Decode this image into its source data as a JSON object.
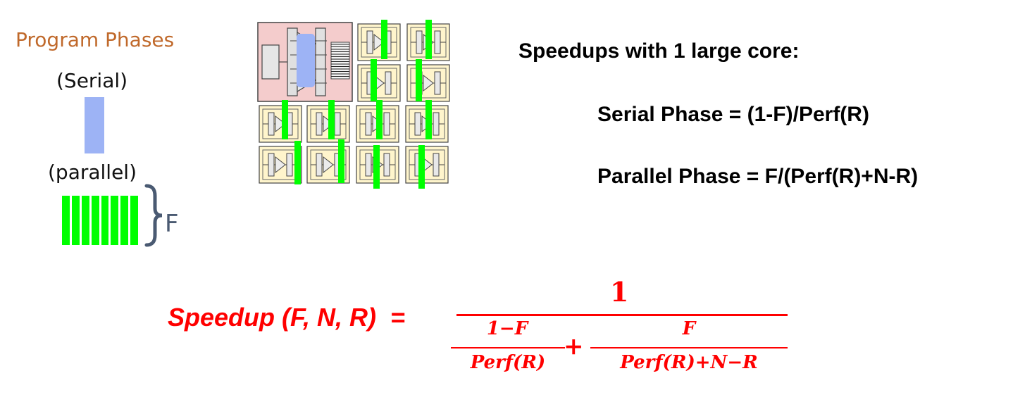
{
  "program_phases": {
    "title": "Program Phases",
    "serial_label": "(Serial)",
    "parallel_label": "(parallel)",
    "fraction_label": "F",
    "parallel_bar_count": 8
  },
  "chip": {
    "large_core_count": 1,
    "small_core_count": 12
  },
  "speedups": {
    "title": "Speedups with 1 large core:",
    "serial_phase": "Serial Phase = (1-F)/Perf(R)",
    "parallel_phase": "Parallel Phase = F/(Perf(R)+N-R)"
  },
  "formula": {
    "lhs": "Speedup (F, N, R)",
    "equals": "=",
    "numerator": "1",
    "term1_numerator": "1−F",
    "term1_denominator": "Perf(R)",
    "plus": "+",
    "term2_numerator": "F",
    "term2_denominator": "Perf(R)+N−R"
  },
  "colors": {
    "title_orange": "#c0692b",
    "serial_blue": "#9db3f5",
    "parallel_green": "#00ff00",
    "formula_red": "#ff0000",
    "large_core_pink": "#f4cccc",
    "small_core_yellow": "#fff5cc"
  }
}
